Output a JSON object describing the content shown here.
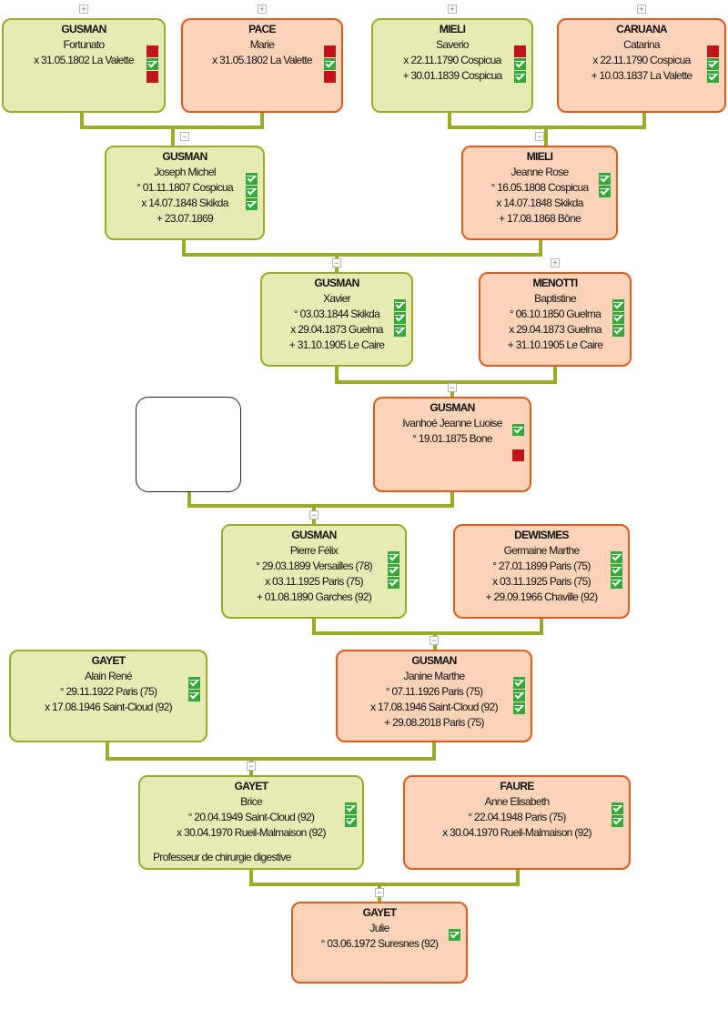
{
  "people": [
    {
      "id": "p1",
      "sex": "m",
      "surname": "GUSMAN",
      "given": "Fortunato",
      "facts": [
        "x 31.05.1802 La Valette"
      ],
      "badges": [
        "no",
        "ok",
        "no"
      ],
      "toggle": "+"
    },
    {
      "id": "p2",
      "sex": "f",
      "surname": "PACE",
      "given": "Marie",
      "facts": [
        "x 31.05.1802 La Valette"
      ],
      "badges": [
        "no",
        "ok",
        "no"
      ],
      "toggle": "+"
    },
    {
      "id": "p3",
      "sex": "m",
      "surname": "MIELI",
      "given": "Saverio",
      "facts": [
        "x 22.11.1790 Cospicua",
        "+ 30.01.1839 Cospicua"
      ],
      "badges": [
        "no",
        "ok",
        "ok"
      ],
      "toggle": "+"
    },
    {
      "id": "p4",
      "sex": "f",
      "surname": "CARUANA",
      "given": "Catarina",
      "facts": [
        "x 22.11.1790 Cospicua",
        "+ 10.03.1837 La Valette"
      ],
      "badges": [
        "no",
        "ok",
        "ok"
      ],
      "toggle": "+"
    },
    {
      "id": "p5",
      "sex": "m",
      "surname": "GUSMAN",
      "given": "Joseph Michel",
      "facts": [
        "° 01.11.1807 Cospicua",
        "x 14.07.1848 Skikda",
        "+ 23.07.1869"
      ],
      "badges": [
        "ok",
        "ok",
        "ok"
      ],
      "toggle": "−"
    },
    {
      "id": "p6",
      "sex": "f",
      "surname": "MIELI",
      "given": "Jeanne Rose",
      "facts": [
        "° 16.05.1808 Cospicua",
        "x 14.07.1848 Skikda",
        "+ 17.08.1868 Bône"
      ],
      "badges": [
        "ok",
        "ok"
      ],
      "toggle": "−"
    },
    {
      "id": "p7",
      "sex": "m",
      "surname": "GUSMAN",
      "given": "Xavier",
      "facts": [
        "° 03.03.1844 Skikda",
        "x 29.04.1873 Guelma",
        "+ 31.10.1905 Le Caire"
      ],
      "badges": [
        "ok",
        "ok",
        "ok"
      ],
      "toggle": "−"
    },
    {
      "id": "p8",
      "sex": "f",
      "surname": "MENOTTI",
      "given": "Baptistine",
      "facts": [
        "° 06.10.1850 Guelma",
        "x 29.04.1873 Guelma",
        "+ 31.10.1905 Le Caire"
      ],
      "badges": [
        "ok",
        "ok",
        "ok"
      ],
      "toggle": "+"
    },
    {
      "id": "p9",
      "sex": "e"
    },
    {
      "id": "p10",
      "sex": "f",
      "surname": "GUSMAN",
      "given": "Ivanhoé Jeanne Luoise",
      "facts": [
        "° 19.01.1875 Bone"
      ],
      "badges": [
        "ok",
        "gap",
        "no"
      ],
      "toggle": "−"
    },
    {
      "id": "p11",
      "sex": "m",
      "surname": "GUSMAN",
      "given": "Pierre Félix",
      "facts": [
        "° 29.03.1899 Versailles (78)",
        "x 03.11.1925 Paris (75)",
        "+ 01.08.1890 Garches (92)"
      ],
      "badges": [
        "ok",
        "ok",
        "ok"
      ],
      "toggle": "−"
    },
    {
      "id": "p12",
      "sex": "f",
      "surname": "DEWISMES",
      "given": "Germaine Marthe",
      "facts": [
        "° 27.01.1899 Paris (75)",
        "x 03.11.1925 Paris (75)",
        "+ 29.09.1966 Chaville (92)"
      ],
      "badges": [
        "ok",
        "ok",
        "ok"
      ]
    },
    {
      "id": "p13",
      "sex": "m",
      "surname": "GAYET",
      "given": "Alain René",
      "facts": [
        "° 29.11.1922 Paris (75)",
        "x 17.08.1946 Saint-Cloud (92)"
      ],
      "badges": [
        "ok",
        "ok"
      ]
    },
    {
      "id": "p14",
      "sex": "f",
      "surname": "GUSMAN",
      "given": "Janine Marthe",
      "facts": [
        "° 07.11.1926 Paris (75)",
        "x 17.08.1946 Saint-Cloud (92)",
        "+ 29.08.2018 Paris (75)"
      ],
      "badges": [
        "ok",
        "ok",
        "ok"
      ],
      "toggle": "−"
    },
    {
      "id": "p15",
      "sex": "m",
      "surname": "GAYET",
      "given": "Brice",
      "facts": [
        "° 20.04.1949 Saint-Cloud (92)",
        "x 30.04.1970 Rueil-Malmaison (92)"
      ],
      "note": "Professeur de chirurgie digestive",
      "badges": [
        "ok",
        "ok"
      ],
      "toggle": "−"
    },
    {
      "id": "p16",
      "sex": "f",
      "surname": "FAURE",
      "given": "Anne Elisabeth",
      "facts": [
        "° 22.04.1948 Paris (75)",
        "x 30.04.1970 Rueil-Malmaison (92)"
      ],
      "badges": [
        "ok",
        "ok"
      ]
    },
    {
      "id": "p17",
      "sex": "f",
      "surname": "GAYET",
      "given": "Julie",
      "facts": [
        "° 03.06.1972 Suresnes (92)"
      ],
      "badges": [
        "ok"
      ],
      "toggle": "−"
    }
  ]
}
